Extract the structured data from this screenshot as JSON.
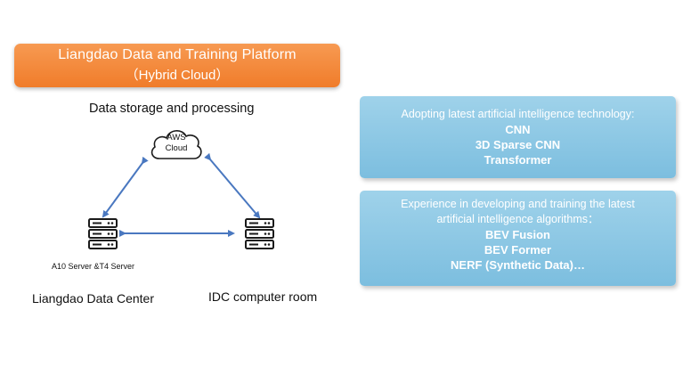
{
  "banner": {
    "title": "Liangdao Data and Training Platform",
    "subtitle": "（Hybrid Cloud）"
  },
  "diagram": {
    "heading": "Data storage and processing",
    "cloud_label_line1": "AWS",
    "cloud_label_line2": "Cloud",
    "left_node_caption": "A10 Server &T4 Server",
    "left_node_label": "Liangdao Data Center",
    "right_node_label": "IDC computer room",
    "arrow_color": "#4a78c0",
    "icon_color": "#1a1a1a"
  },
  "info_boxes": {
    "tech": {
      "heading": "Adopting latest artificial intelligence technology:",
      "items": [
        "CNN",
        "3D Sparse CNN",
        "Transformer"
      ]
    },
    "experience": {
      "heading_line1": "Experience in developing and training the latest",
      "heading_line2": "artificial intelligence algorithms：",
      "items": [
        "BEV Fusion",
        "BEV Former",
        "NERF (Synthetic Data)…"
      ]
    }
  }
}
